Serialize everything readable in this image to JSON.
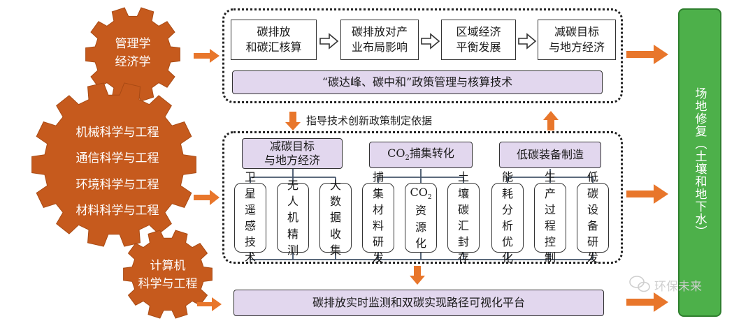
{
  "gears": {
    "management": [
      "管理学",
      "经济学"
    ],
    "engineering": [
      "机械科学与工程",
      "通信科学与工程",
      "环境科学与工程",
      "材料科学与工程"
    ],
    "computer": [
      "计算机",
      "科学与工程"
    ]
  },
  "top": {
    "steps": [
      [
        "碳排放",
        "和碳汇核算"
      ],
      [
        "碳排放对产",
        "业布局影响"
      ],
      [
        "区域经济",
        "平衡发展"
      ],
      [
        "减碳目标",
        "与地方经济"
      ]
    ],
    "policy_label": "“碳达峰、碳中和”政策管理与核算技术"
  },
  "guide_label": "指导技术创新政策制定依据",
  "middle": {
    "groups": [
      {
        "title": [
          "减碳目标",
          "与地方经济"
        ],
        "items": [
          "卫星遥感技术",
          "无人机精测",
          "大数据收集"
        ]
      },
      {
        "title_main": "CO",
        "title_sub": "2",
        "title_rest": "捕集转化",
        "items": [
          "捕集材料研发",
          "CO2资源化",
          "土壤碳汇封存"
        ]
      },
      {
        "title": [
          "低碳装备制造"
        ],
        "items": [
          "能耗分析优化",
          "生产过程控制",
          "低碳设备研发"
        ]
      }
    ],
    "co2_item": {
      "top": "CO",
      "sub": "2",
      "rest": "资源化"
    }
  },
  "bottom_label": "碳排放实时监测和双碳实现路径可视化平台",
  "right_bar_label": "场地修复（土壤和地下水）",
  "watermark": "环保未来",
  "colors": {
    "gear": "#c65a1d",
    "arrow": "#e8762b",
    "purple": "#e2d7ee",
    "green": "#4db04a"
  }
}
